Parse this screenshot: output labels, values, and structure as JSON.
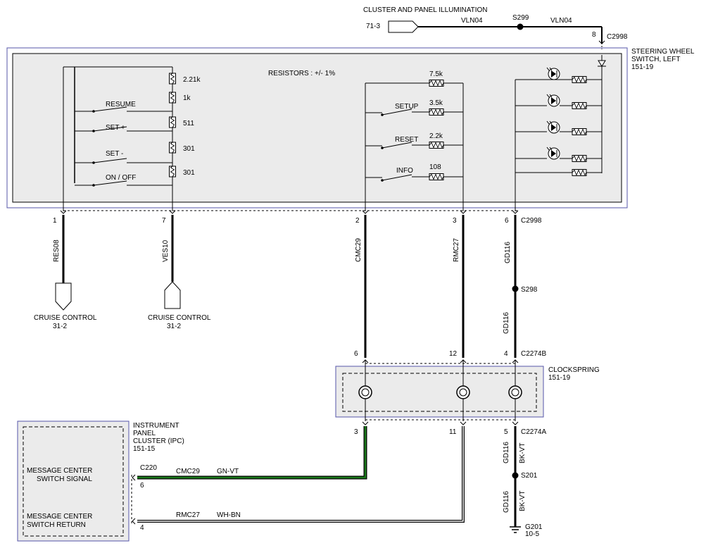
{
  "illumination": {
    "title": "CLUSTER AND PANEL ILLUMINATION",
    "ref": "71-3",
    "wire_left": "VLN04",
    "splice": "S299",
    "wire_right": "VLN04",
    "pin": "8",
    "connector": "C2998"
  },
  "steering_switch": {
    "name_line1": "STEERING WHEEL",
    "name_line2": "SWITCH, LEFT",
    "ref": "151-19",
    "resistors_note": "RESISTORS : +/- 1%",
    "left_resistors": [
      "2.21k",
      "1k",
      "511",
      "301",
      "301"
    ],
    "left_switches": [
      "RESUME",
      "SET +",
      "SET -",
      "ON / OFF"
    ],
    "right_resistor_top": "7.5k",
    "right_switches": [
      {
        "label": "SETUP",
        "value": "3.5k"
      },
      {
        "label": "RESET",
        "value": "2.2k"
      },
      {
        "label": "INFO",
        "value": "108"
      }
    ]
  },
  "pins_c2998": {
    "p1": "1",
    "p7": "7",
    "p2": "2",
    "p3": "3",
    "p6": "6",
    "connector": "C2998"
  },
  "wires": {
    "res08": "RES08",
    "ves10": "VES10",
    "cmc29": "CMC29",
    "rmc27": "RMC27",
    "gd116_a": "GD116",
    "gd116_b": "GD116",
    "gd116_c": "GD116",
    "gd116_d": "GD116",
    "bkvt_a": "BK-VT",
    "bkvt_b": "BK-VT"
  },
  "cruise": [
    {
      "label": "CRUISE CONTROL",
      "ref": "31-2"
    },
    {
      "label": "CRUISE CONTROL",
      "ref": "31-2"
    }
  ],
  "splices": {
    "s298": "S298",
    "s201": "S201"
  },
  "clockspring": {
    "name": "CLOCKSPRING",
    "ref": "151-19",
    "top_pins": [
      "6",
      "12",
      "4"
    ],
    "top_connector": "C2274B",
    "bottom_pins": [
      "3",
      "11",
      "5"
    ],
    "bottom_connector": "C2274A"
  },
  "ipc": {
    "name_line1": "INSTRUMENT",
    "name_line2": "PANEL",
    "name_line3": "CLUSTER (IPC)",
    "ref": "151-15",
    "signal_line1": "MESSAGE CENTER",
    "signal_line2": "SWITCH SIGNAL",
    "return_line1": "MESSAGE CENTER",
    "return_line2": "SWITCH RETURN",
    "connector": "C220",
    "pin_signal": "6",
    "pin_return": "4",
    "wire_signal": "CMC29",
    "color_signal": "GN-VT",
    "wire_return": "RMC27",
    "color_return": "WH-BN"
  },
  "ground": {
    "name": "G201",
    "ref": "10-5"
  },
  "colors": {
    "module_fill": "#ebebeb",
    "module_border": "#5555aa",
    "wire": "#000000",
    "wire_green": "#1a7a1a"
  }
}
